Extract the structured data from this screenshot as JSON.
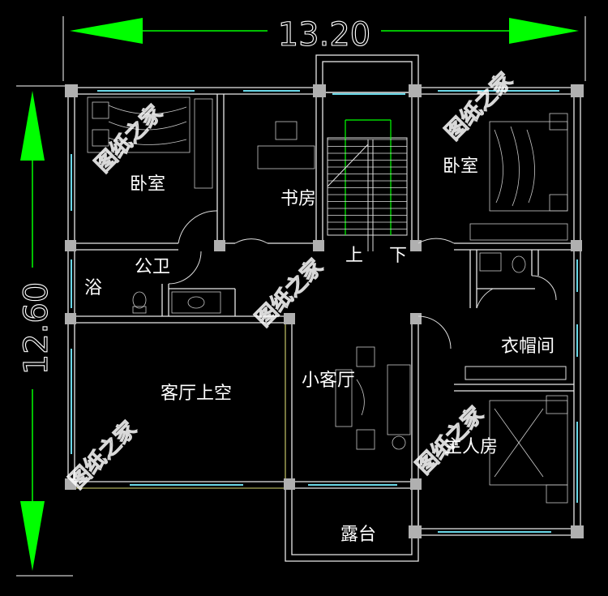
{
  "dimensions": {
    "width_label": "13.20",
    "height_label": "12.60"
  },
  "rooms": {
    "bedroom_left": "卧室",
    "study": "书房",
    "bedroom_right": "卧室",
    "bath": "浴",
    "public_wc": "公卫",
    "stair_up": "上",
    "stair_down": "下",
    "cloakroom": "衣帽间",
    "living_void": "客厅上空",
    "small_living": "小客厅",
    "master_bedroom": "主人房",
    "terrace": "露台"
  },
  "watermark": "图纸之家",
  "colors": {
    "background": "#000000",
    "arrow": "#00ff00",
    "wall": "#e8e8e8",
    "window": "#6ad8e8",
    "text": "#ffffff"
  }
}
